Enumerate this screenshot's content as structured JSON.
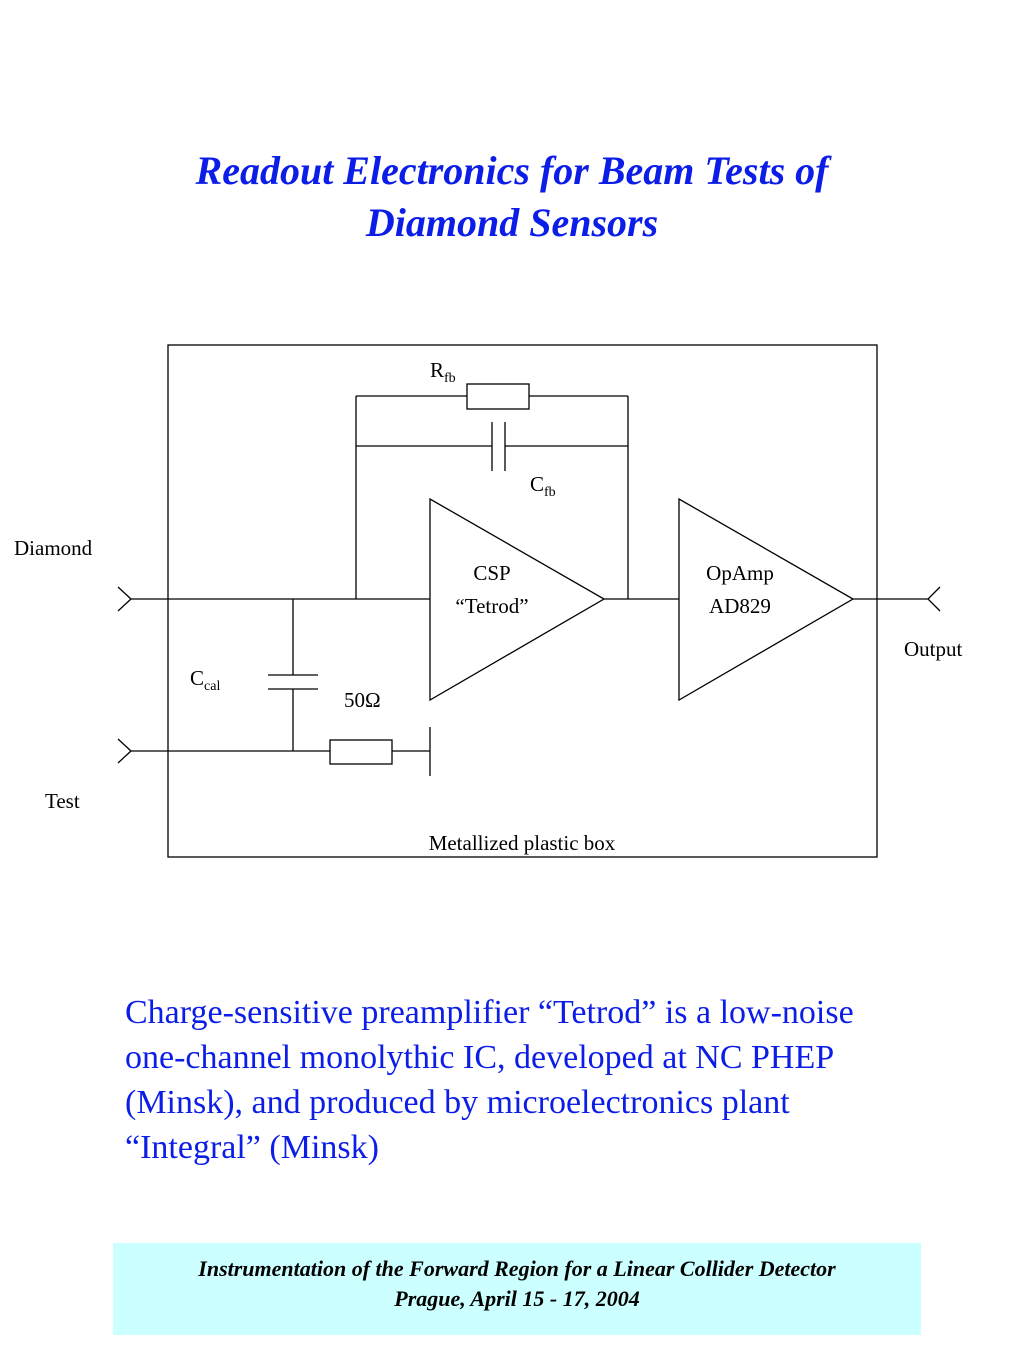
{
  "title": {
    "line1": "Readout Electronics for Beam Tests of",
    "line2": "Diamond Sensors"
  },
  "diagram": {
    "labels": {
      "diamond": "Diamond",
      "test": "Test",
      "output": "Output",
      "box": "Metallized plastic box",
      "csp_line1": "CSP",
      "csp_line2": "“Tetrod”",
      "opamp_line1": "OpAmp",
      "opamp_line2": "AD829",
      "resistor_50": "50Ω"
    },
    "components": {
      "rfb": {
        "main": "R",
        "sub": "fb"
      },
      "cfb": {
        "main": "C",
        "sub": "fb"
      },
      "ccal": {
        "main": "C",
        "sub": "cal"
      }
    }
  },
  "description": {
    "lines": [
      "Charge-sensitive preamplifier “Tetrod” is a low-noise",
      "one-channel monolythic IC, developed at NC PHEP",
      "(Minsk), and  produced by microelectronics plant",
      "“Integral” (Minsk)"
    ]
  },
  "footer": {
    "line1": "Instrumentation of the Forward Region for a Linear Collider Detector",
    "line2": "Prague, April 15 - 17, 2004"
  },
  "colors": {
    "title": "#0b1de6",
    "text": "#0b1de6",
    "footer_bg": "#ccffff"
  }
}
